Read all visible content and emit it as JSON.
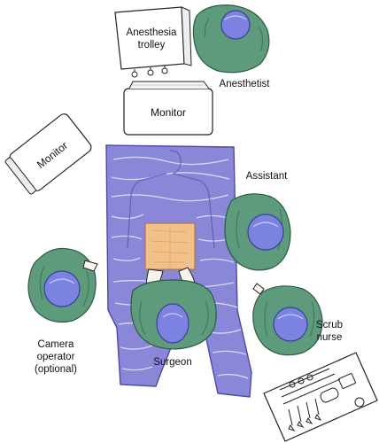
{
  "labels": {
    "anesthesia_trolley": "Anesthesia trolley",
    "anesthetist": "Anesthetist",
    "monitor_top": "Monitor",
    "monitor_left": "Monitor",
    "assistant": "Assistant",
    "scrub_nurse": "Scrub nurse",
    "surgeon": "Surgeon",
    "camera_operator": "Camera operator (optional)"
  },
  "colors": {
    "drape": "#8a86d8",
    "drape_dark": "#5f5bb8",
    "gown": "#5e9b7c",
    "gown_dark": "#3f7a5e",
    "cap": "#7b82e0",
    "field": "#f2c089",
    "outline": "#222222"
  }
}
